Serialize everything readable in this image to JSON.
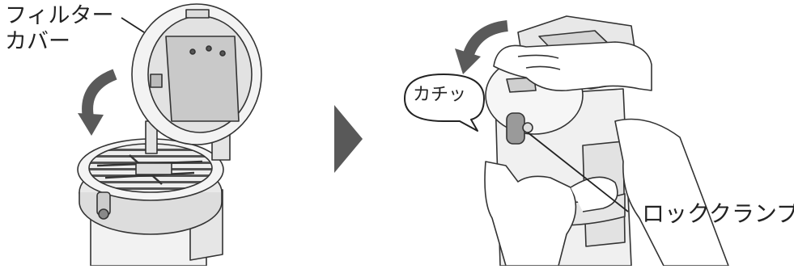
{
  "labels": {
    "filter_cover_line1": "フィルター",
    "filter_cover_line2": "カバー",
    "click_sound": "カチッ",
    "lock_clamp": "ロッククランプ"
  },
  "colors": {
    "line": "#333333",
    "arrow": "#5a5a5a",
    "step_arrow": "#595959",
    "light_fill": "#f4f4f4",
    "mid_fill": "#dcdcdc",
    "dark_fill": "#9a9a9a"
  },
  "icons": {
    "rotate_arrow_left": "curved-arrow-icon",
    "rotate_arrow_right": "curved-arrow-icon",
    "next_step": "triangle-right-icon"
  }
}
